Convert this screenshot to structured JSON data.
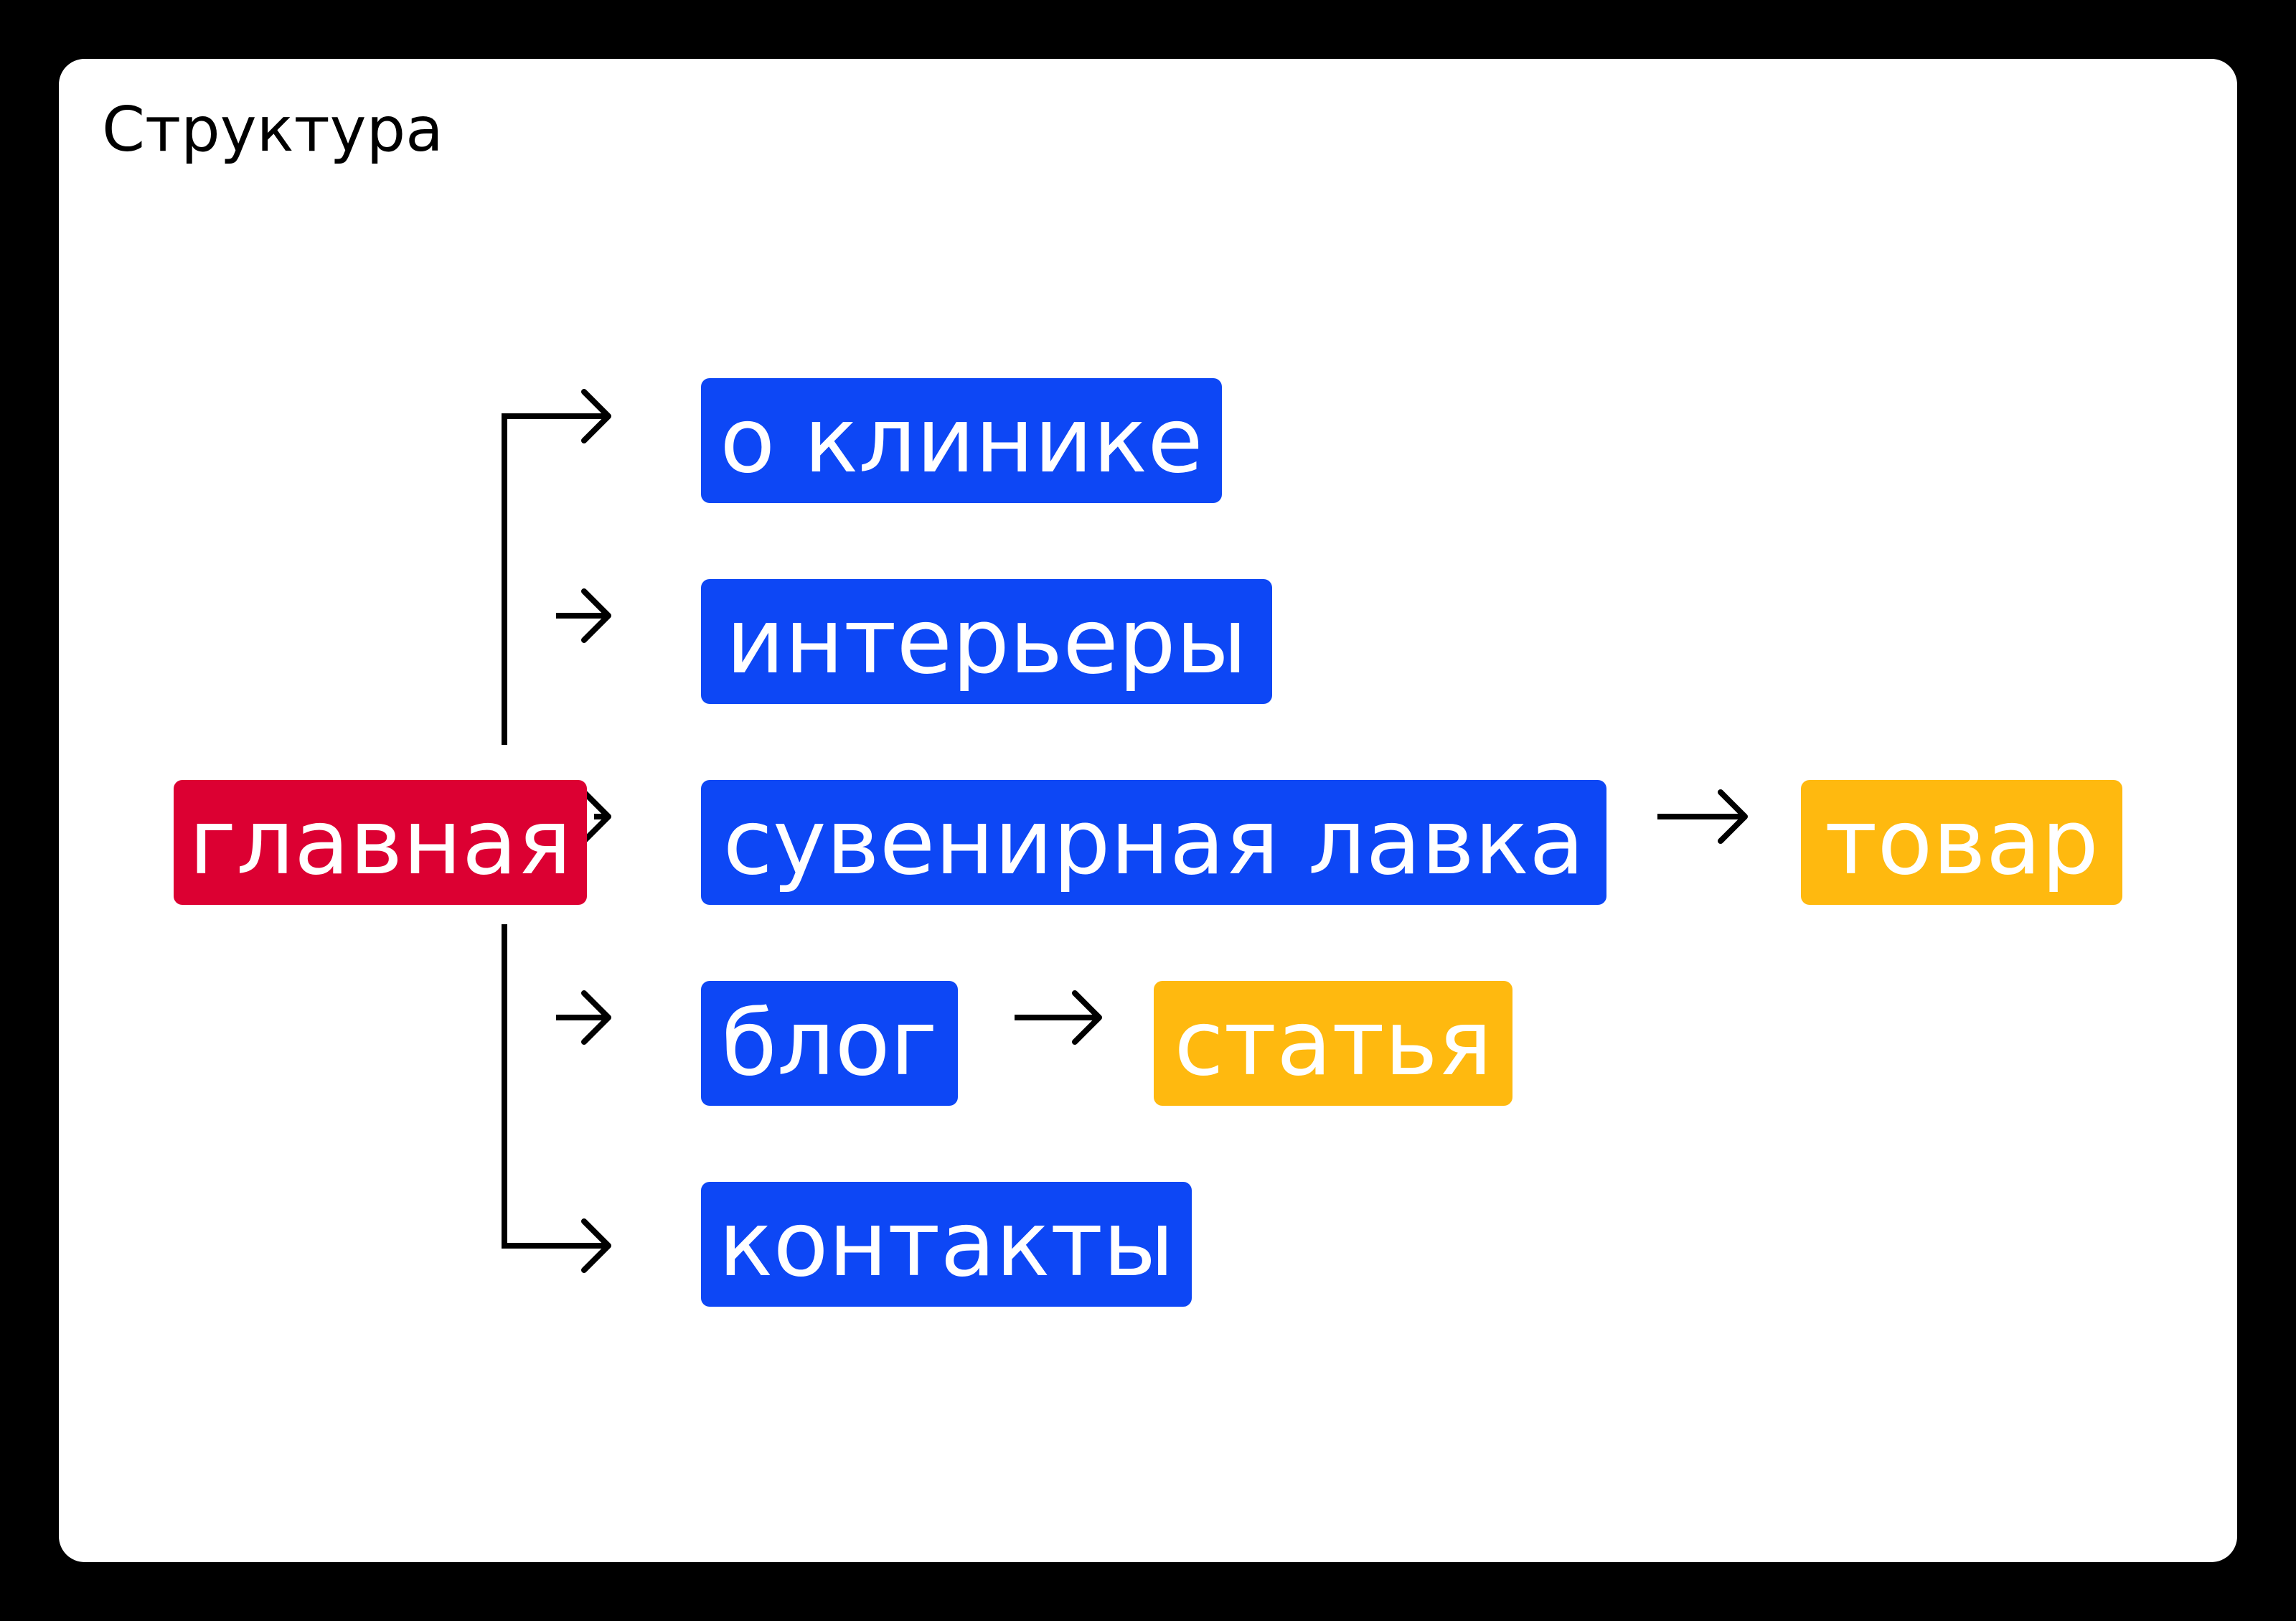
{
  "title": "Структура",
  "colors": {
    "background": "#000000",
    "card": "#ffffff",
    "root": "#dc0032",
    "section": "#0d47f5",
    "subpage": "#ffb90f",
    "arrow": "#000000"
  },
  "nodes": {
    "root": {
      "label": "главная"
    },
    "about": {
      "label": "о клинике"
    },
    "interiors": {
      "label": "интерьеры"
    },
    "shop": {
      "label": "сувенирная лавка"
    },
    "blog": {
      "label": "блог"
    },
    "contacts": {
      "label": "контакты"
    },
    "product": {
      "label": "товар"
    },
    "article": {
      "label": "статья"
    }
  },
  "edges": [
    {
      "from": "главная",
      "to": "о клинике"
    },
    {
      "from": "главная",
      "to": "интерьеры"
    },
    {
      "from": "главная",
      "to": "сувенирная лавка"
    },
    {
      "from": "главная",
      "to": "блог"
    },
    {
      "from": "главная",
      "to": "контакты"
    },
    {
      "from": "сувенирная лавка",
      "to": "товар"
    },
    {
      "from": "блог",
      "to": "статья"
    }
  ]
}
